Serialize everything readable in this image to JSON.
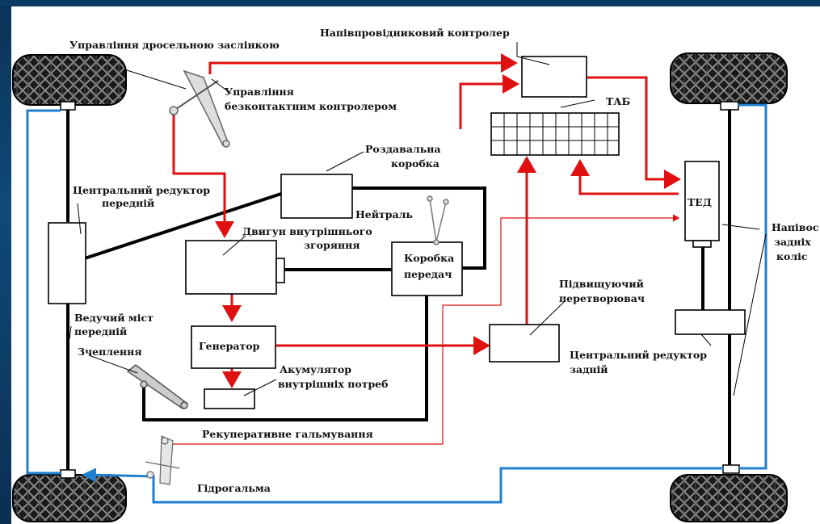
{
  "labels": {
    "throttle_control": "Управління дросельною заслінкою",
    "semiconductor_controller": "Напівпровідниковий контролер",
    "contactless_control_1": "Управління",
    "contactless_control_2": "безконтактним контролером",
    "tab": "ТАБ",
    "transfer_box_1": "Роздавальна",
    "transfer_box_2": "коробка",
    "front_gearbox_1": "Центральний редуктор",
    "front_gearbox_2": "передній",
    "neutral": "Нейтраль",
    "engine_1": "Двигун внутрішнього",
    "engine_2": "згоряння",
    "gearbox_1": "Коробка",
    "gearbox_2": "передач",
    "ted": "ТЕД",
    "half_axle_1": "Напівос",
    "half_axle_2": "задніх",
    "half_axle_3": "коліс",
    "boost_converter_1": "Підвищуючий",
    "boost_converter_2": "перетворювач",
    "drive_axle_1": "Ведучий міст",
    "drive_axle_2": "передній",
    "clutch": "Зчеплення",
    "generator": "Генератор",
    "battery_1": "Акумулятор",
    "battery_2": "внутрішніх потреб",
    "rear_gearbox_1": "Центральний редуктор",
    "rear_gearbox_2": "задній",
    "regen_braking": "Рекуперативне гальмування",
    "hydro_brake": "Гідрогальма"
  },
  "colors": {
    "energy_flow": "#e01010",
    "hydraulic": "#1f7fd0",
    "mechanical": "#000000",
    "background_frame": "#0b2a4a"
  }
}
